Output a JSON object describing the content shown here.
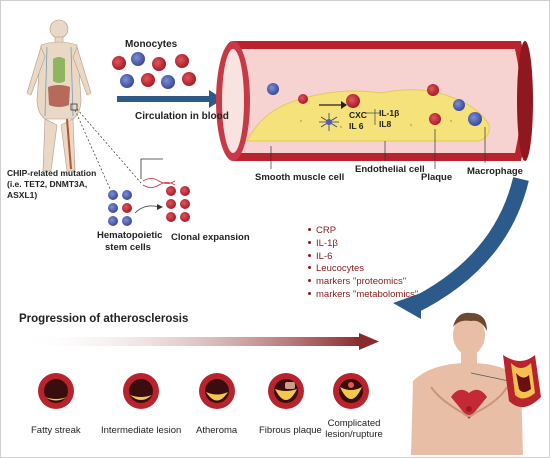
{
  "labels": {
    "monocytes": "Monocytes",
    "circulation": "Circulation in blood",
    "chip_line1": "CHIP-related mutation",
    "chip_line2": "(i.e. TET2, DNMT3A,",
    "chip_line3": "ASXL1)",
    "hsc_line1": "Hematopoietic",
    "hsc_line2": "stem cells",
    "clonal": "Clonal expansion",
    "smooth_muscle": "Smooth muscle cell",
    "endothelial": "Endothelial cell",
    "plaque": "Plaque",
    "macrophage": "Macrophage",
    "cxc": "CXC",
    "il6": "IL 6",
    "il1b": "IL-1β",
    "il8": "IL8",
    "progression": "Progression of atherosclerosis"
  },
  "markers": [
    "CRP",
    "IL-1β",
    "IL-6",
    "Leucocytes",
    "markers \"proteomics\"",
    "markers \"metabolomics\""
  ],
  "stages": [
    "Fatty streak",
    "Intermediate lesion",
    "Atheroma",
    "Fibrous plaque",
    "Complicated lesion/rupture"
  ],
  "colors": {
    "vessel_wall": "#b8232d",
    "lumen": "#f6d3d0",
    "plaque": "#f6e27a",
    "arrow_blue": "#2c5a8a",
    "marker_red": "#8b1a1a",
    "monocyte_red": "#c42a35",
    "monocyte_blue": "#4d5fb0"
  }
}
